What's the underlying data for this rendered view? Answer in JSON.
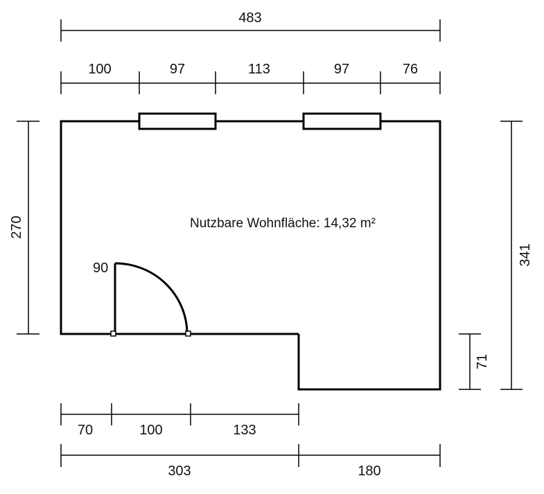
{
  "plan": {
    "area_label": "Nutzbare Wohnfläche: 14,32 m²",
    "dimensions": {
      "top_total": "483",
      "top_segments": [
        "100",
        "97",
        "113",
        "97",
        "76"
      ],
      "left_height": "270",
      "right_height": "341",
      "right_step": "71",
      "door_width": "90",
      "bottom_segments": [
        "70",
        "100",
        "133"
      ],
      "bottom_totals": [
        "303",
        "180"
      ]
    }
  }
}
